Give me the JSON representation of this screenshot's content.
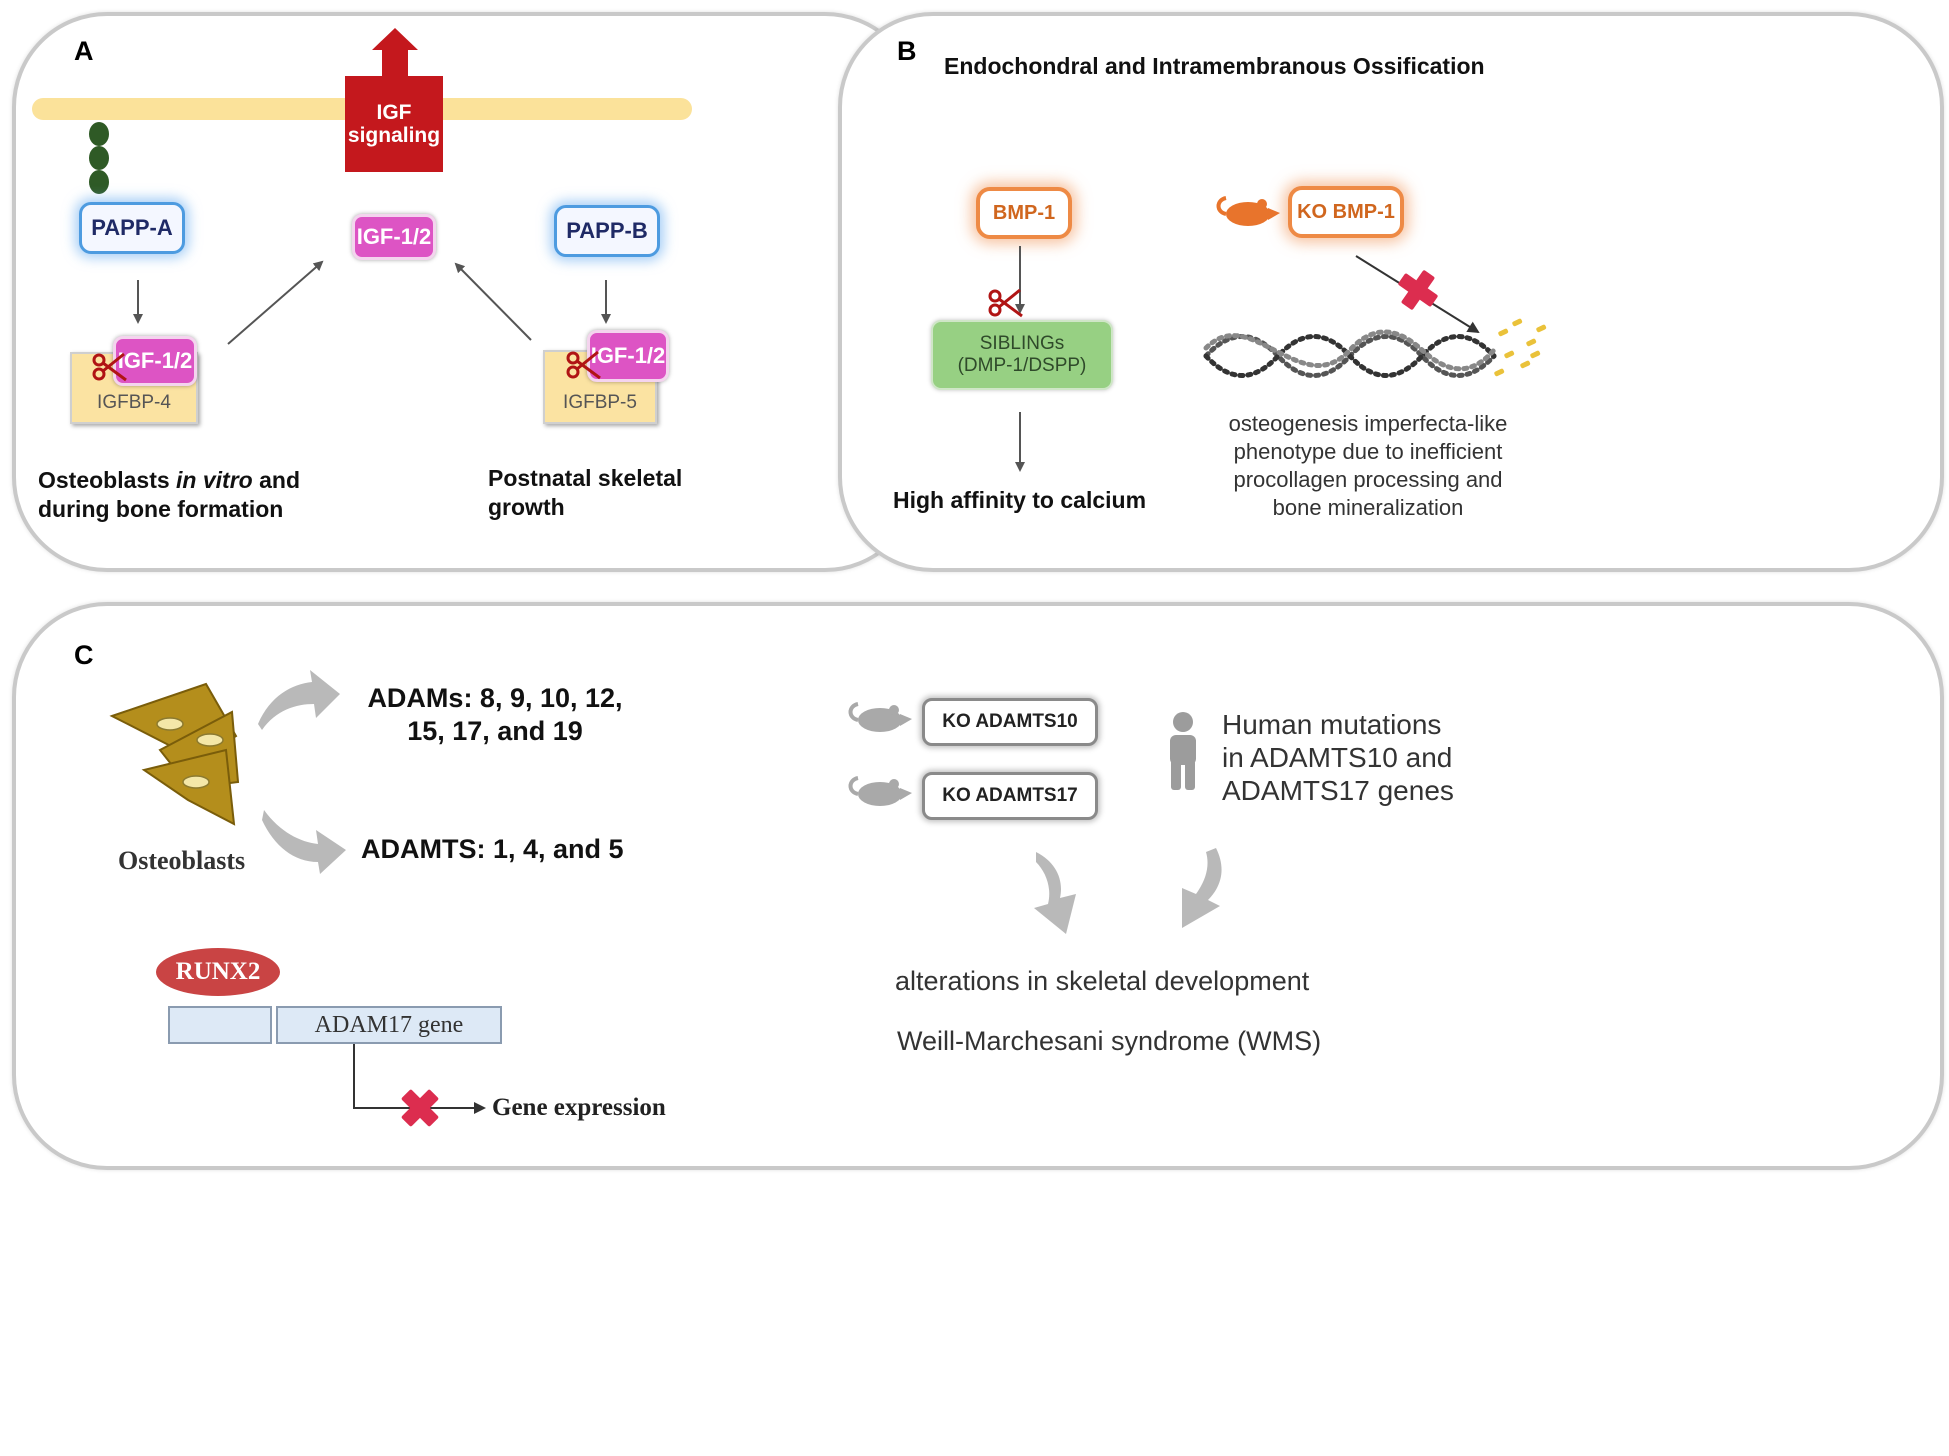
{
  "panelA": {
    "label": "A",
    "igf_signaling": [
      "IGF",
      "signaling"
    ],
    "papp_a": "PAPP-A",
    "papp_b": "PAPP-B",
    "igf_center": "IGF-1/2",
    "igf_left": "IGF-1/2",
    "igf_right": "IGF-1/2",
    "igfbp4": "IGFBP-4",
    "igfbp5": "IGFBP-5",
    "left_caption_1a": "Osteoblasts ",
    "left_caption_1b": "in vitro",
    "left_caption_1c": " and",
    "left_caption_2": "during bone formation",
    "right_caption_1": "Postnatal skeletal",
    "right_caption_2": "growth"
  },
  "panelB": {
    "label": "B",
    "title": "Endochondral and Intramembranous Ossification",
    "bmp1": "BMP-1",
    "ko_bmp1": "KO BMP-1",
    "siblings_1": "SIBLINGs",
    "siblings_2": "(DMP-1/DSPP)",
    "affinity": "High affinity to calcium",
    "oi_1": "osteogenesis imperfecta-like",
    "oi_2": "phenotype due to inefficient",
    "oi_3": "procollagen processing and",
    "oi_4": "bone mineralization"
  },
  "panelC": {
    "label": "C",
    "osteoblasts": "Osteoblasts",
    "adams_1": "ADAMs: 8, 9, 10, 12,",
    "adams_2": "15, 17, and 19",
    "adamts": "ADAMTS: 1, 4, and 5",
    "runx2": "RUNX2",
    "adam17_gene": "ADAM17 gene",
    "gene_expression": "Gene expression",
    "ko_adamts10": "KO ADAMTS10",
    "ko_adamts17": "KO ADAMTS17",
    "human_1": "Human mutations",
    "human_2": "in ADAMTS10 and",
    "human_3": "ADAMTS17 genes",
    "alterations": "alterations in skeletal development",
    "wms": "Weill-Marchesani syndrome (WMS)"
  },
  "colors": {
    "membrane": "#fbe29a",
    "igf_signaling": "#c4181d",
    "igf_pink": "#dd54c4",
    "papp_blue": "#4d9be0",
    "bmp_orange": "#ee8a45",
    "siblings_green": "#97d083",
    "red_cross": "#dc2d4f",
    "runx2_red": "#c94444",
    "gene_blue": "#dde9f6",
    "osteoblast_gold": "#b48e1c"
  },
  "icons": [
    "scissors-icon",
    "mouse-icon",
    "person-icon",
    "red-cross-icon",
    "curved-arrow-icon",
    "collagen-helix"
  ]
}
